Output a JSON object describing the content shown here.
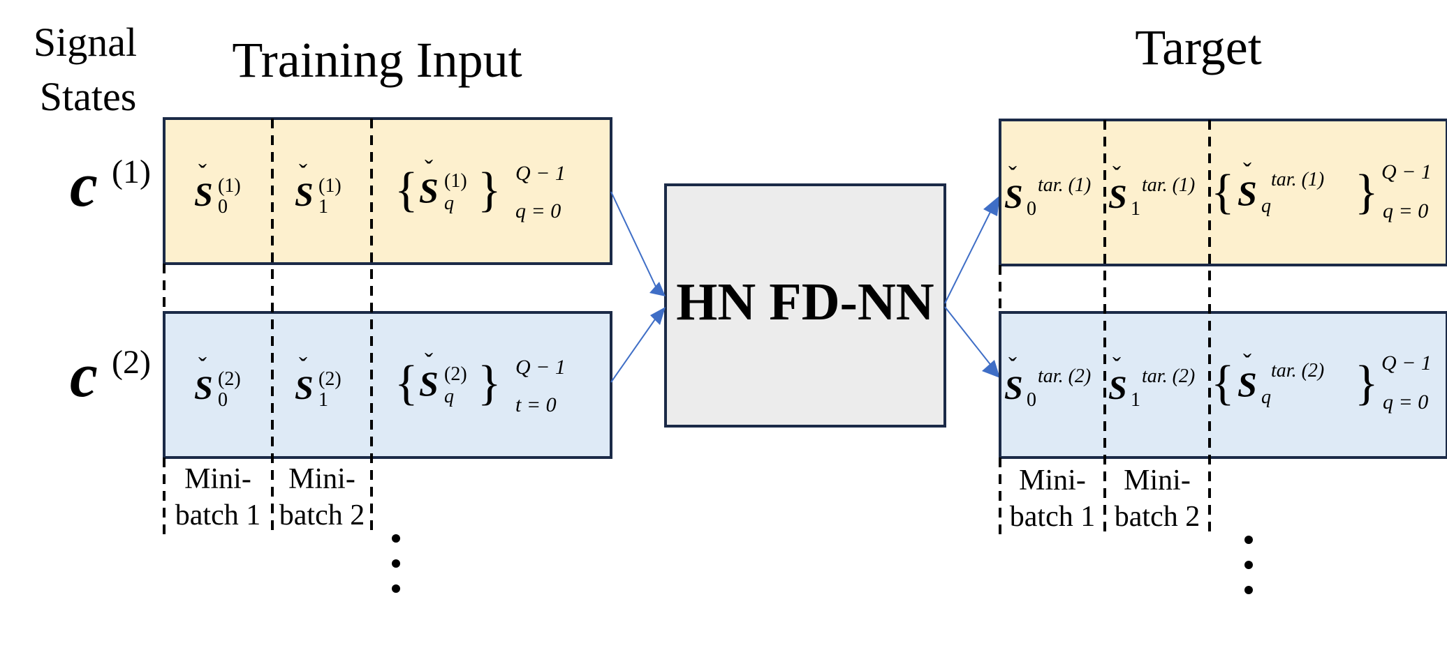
{
  "header": {
    "signal_states_line1": "Signal",
    "signal_states_line2": "States",
    "training_input": "Training Input",
    "target": "Target"
  },
  "rows": {
    "row1_label_base": "c",
    "row1_label_sup": "(1)",
    "row2_label_base": "c",
    "row2_label_sup": "(2)"
  },
  "network": {
    "label": "HN FD-NN"
  },
  "training_cells": {
    "r1c1_sub": "0",
    "r1c1_sup": "(1)",
    "r1c2_sub": "1",
    "r1c2_sup": "(1)",
    "r1c3_sub": "q",
    "r1c3_sup": "(1)",
    "r1c3_upper": "Q − 1",
    "r1c3_lower": "q = 0",
    "r2c1_sub": "0",
    "r2c1_sup": "(2)",
    "r2c2_sub": "1",
    "r2c2_sup": "(2)",
    "r2c3_sub": "q",
    "r2c3_sup": "(2)",
    "r2c3_upper": "Q − 1",
    "r2c3_lower": "t = 0"
  },
  "target_cells": {
    "r1c1_sub": "0",
    "r1c1_sup": "tar. (1)",
    "r1c2_sub": "1",
    "r1c2_sup": "tar. (1)",
    "r1c3_sub": "q",
    "r1c3_sup": "tar. (1)",
    "r1c3_upper": "Q − 1",
    "r1c3_lower": "q = 0",
    "r2c1_sub": "0",
    "r2c1_sup": "tar. (2)",
    "r2c2_sub": "1",
    "r2c2_sup": "tar. (2)",
    "r2c3_sub": "q",
    "r2c3_sup": "tar. (2)",
    "r2c3_upper": "Q − 1",
    "r2c3_lower": "q = 0"
  },
  "symbol": {
    "letter": "S",
    "caron": "ˇ",
    "brace_open": "{",
    "brace_close": "}"
  },
  "minibatch": {
    "left1_line1": "Mini-",
    "left1_line2": "batch 1",
    "left2_line1": "Mini-",
    "left2_line2": "batch 2",
    "right1_line1": "Mini-",
    "right1_line2": "batch 1",
    "right2_line1": "Mini-",
    "right2_line2": "batch 2"
  },
  "colors": {
    "row1_fill": "#fdf0ce",
    "row2_fill": "#deeaf6",
    "network_fill": "#ececec",
    "border": "#1b2a47",
    "arrow": "#3f6ec6"
  }
}
